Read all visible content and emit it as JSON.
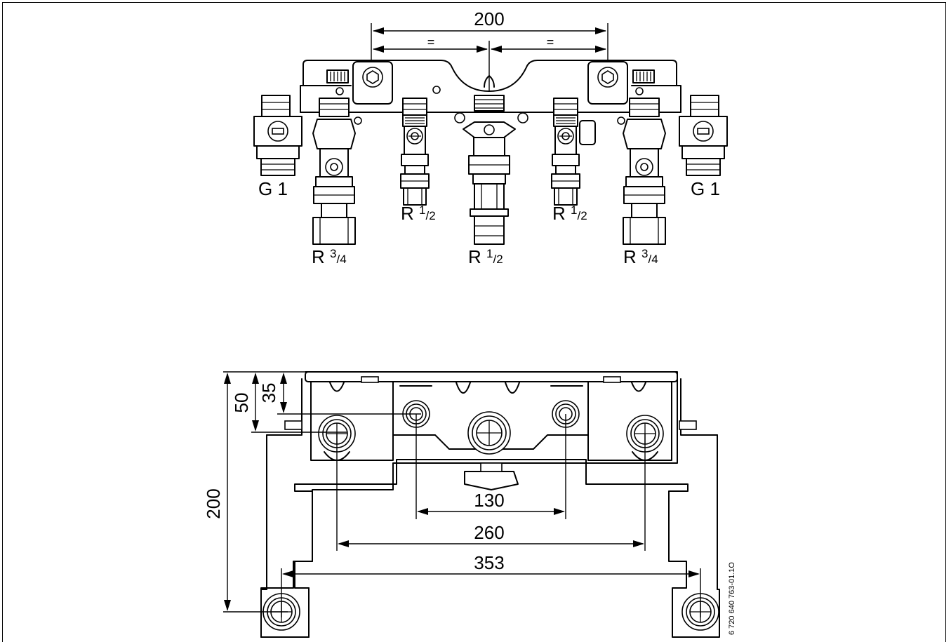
{
  "top_view": {
    "dimension_top": "200",
    "equal_left": "=",
    "equal_right": "=",
    "label_g1_left": "G 1",
    "label_g1_right": "G 1",
    "label_r34_left": {
      "base": "R ",
      "sup": "3",
      "tail": "/4"
    },
    "label_r12_left": {
      "base": "R ",
      "sup": "1",
      "tail": "/2"
    },
    "label_r12_center": {
      "base": "R ",
      "sup": "1",
      "tail": "/2"
    },
    "label_r12_right": {
      "base": "R ",
      "sup": "1",
      "tail": "/2"
    },
    "label_r34_right": {
      "base": "R ",
      "sup": "3",
      "tail": "/4"
    }
  },
  "bottom_view": {
    "dim_35": "35",
    "dim_50": "50",
    "dim_200": "200",
    "dim_130": "130",
    "dim_260": "260",
    "dim_353": "353"
  },
  "reference_code": "6 720 640 763-01.1O"
}
